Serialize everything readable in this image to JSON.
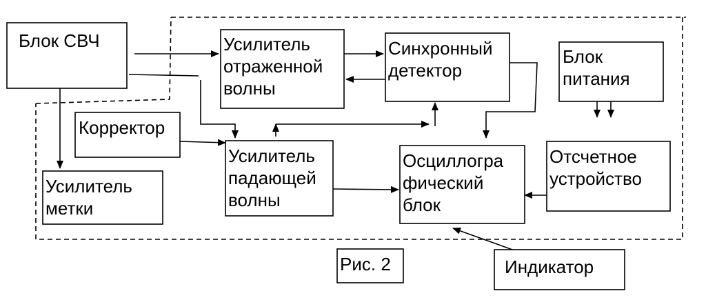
{
  "blocks": {
    "svch": {
      "label": "Блок СВЧ"
    },
    "reflected_amp": {
      "line1": "Усилитель",
      "line2": "отраженной",
      "line3": "волны"
    },
    "sync_detector": {
      "line1": "Синхронный",
      "line2": "детектор"
    },
    "power": {
      "line1": "Блок",
      "line2": "питания"
    },
    "corrector": {
      "label": "Корректор"
    },
    "incident_amp": {
      "line1": "Усилитель",
      "line2": "падающей",
      "line3": "волны"
    },
    "oscillo": {
      "line1": "Осциллогра",
      "line2": "фический",
      "line3": "блок"
    },
    "readout": {
      "line1": "Отсчетное",
      "line2": "устройство"
    },
    "mark_amp": {
      "line1": "Усилитель",
      "line2": "метки"
    },
    "indicator": {
      "label": "Индикатор"
    }
  },
  "caption": "Рис. 2"
}
